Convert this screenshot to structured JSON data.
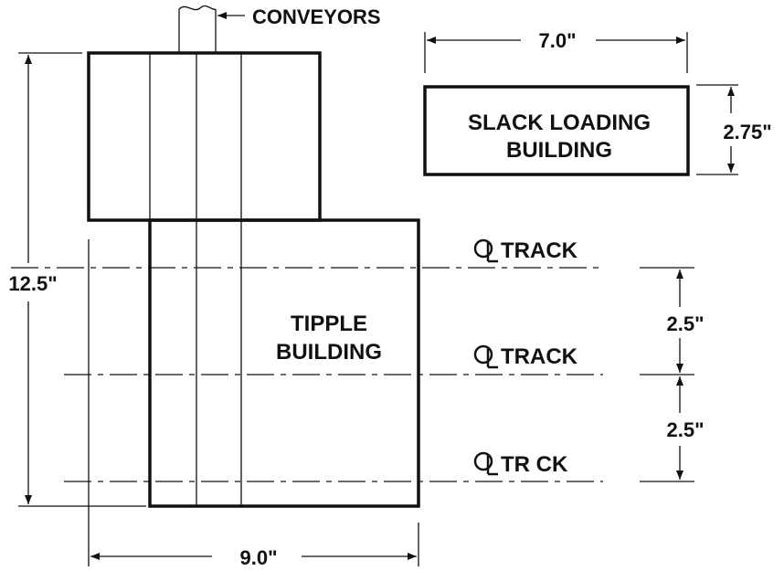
{
  "labels": {
    "conveyors": "CONVEYORS",
    "slack_loading_line1": "SLACK LOADING",
    "slack_loading_line2": "BUILDING",
    "tipple_line1": "TIPPLE",
    "tipple_line2": "BUILDING",
    "track_1": "TRACK",
    "track_2": "TRACK",
    "track_3": "TR CK",
    "centerline_symbol": "CL"
  },
  "dimensions": {
    "slack_width": "7.0\"",
    "slack_height": "2.75\"",
    "overall_height": "12.5\"",
    "track_spacing_1": "2.5\"",
    "track_spacing_2": "2.5\"",
    "tipple_width": "9.0\""
  }
}
